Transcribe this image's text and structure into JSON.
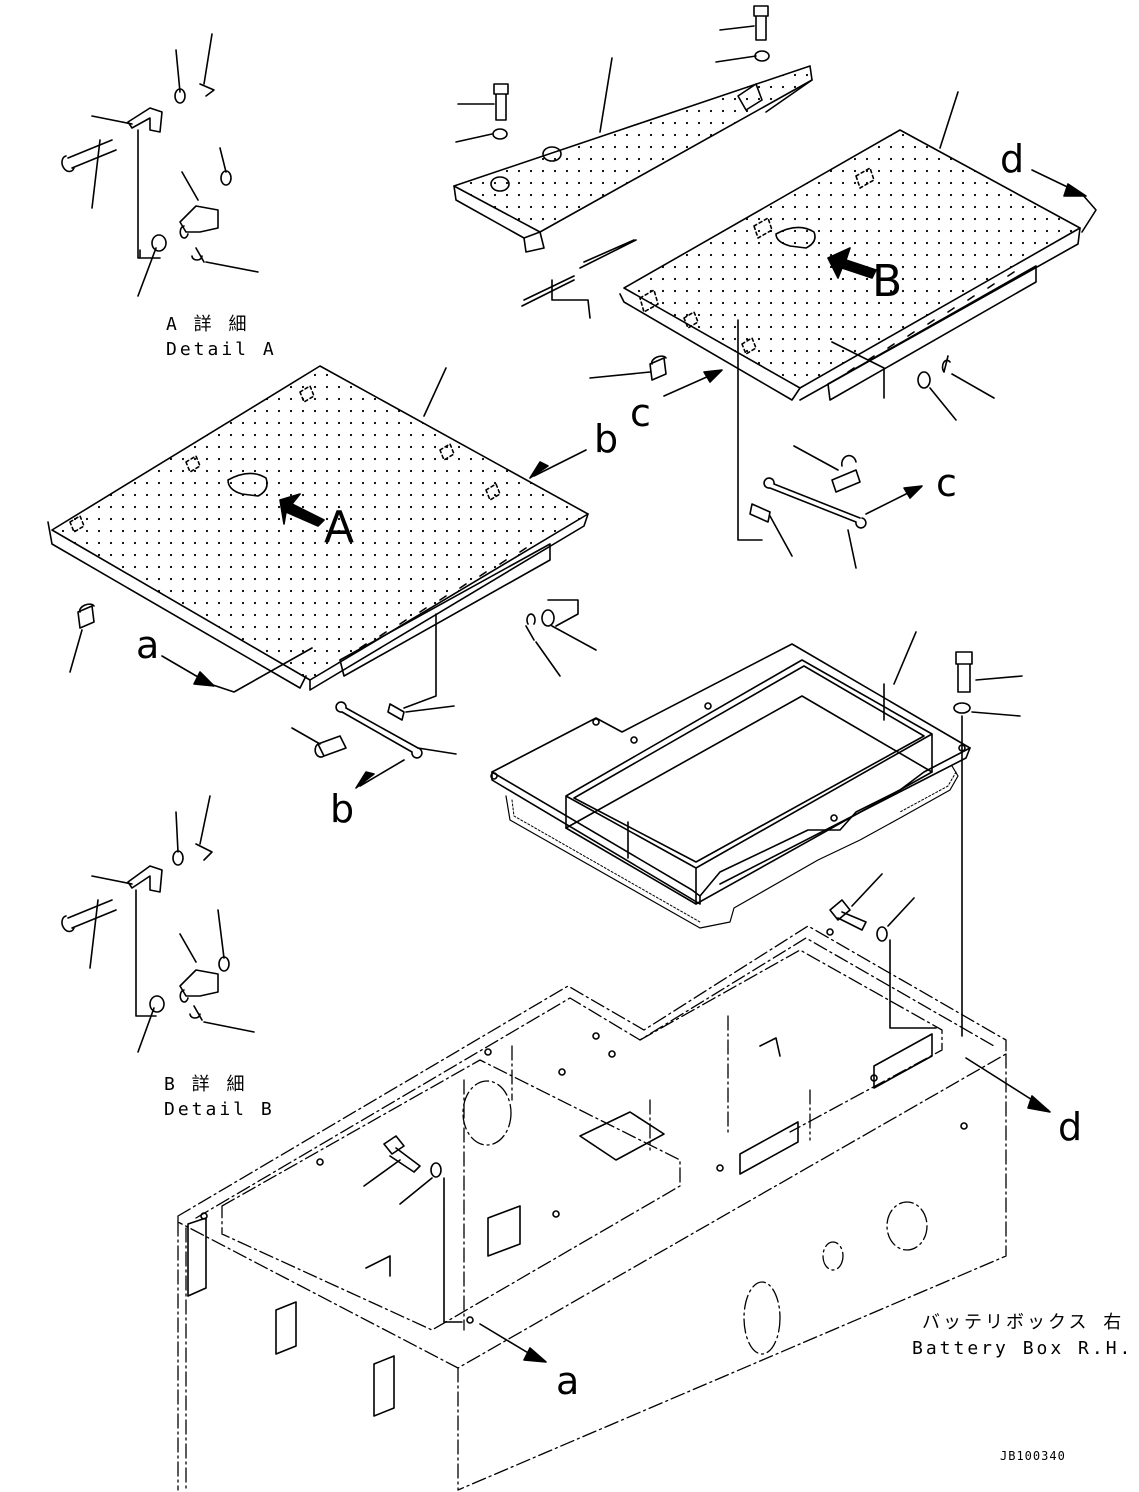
{
  "details": {
    "a": {
      "jp": "A 詳 細",
      "en": "Detail A"
    },
    "b": {
      "jp": "B 詳 細",
      "en": "Detail B"
    }
  },
  "views": {
    "big_a": "A",
    "big_b": "B"
  },
  "connectors": {
    "a1": "a",
    "a2": "a",
    "b1": "b",
    "b2": "b",
    "c1": "c",
    "c2": "c",
    "d1": "d",
    "d2": "d"
  },
  "assembly": {
    "jp": "バッテリボックス 右",
    "en": "Battery Box R.H."
  },
  "drawing_no": "JB100340"
}
